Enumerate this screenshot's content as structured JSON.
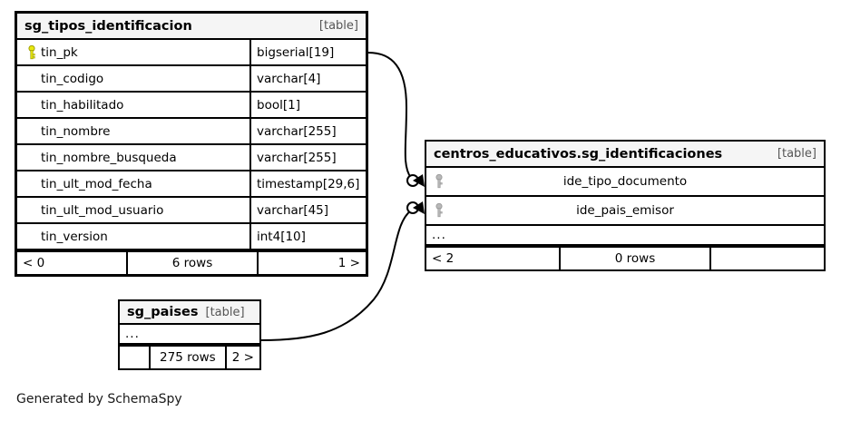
{
  "diagram": {
    "caption": "Generated by SchemaSpy",
    "table_tag": "[table]",
    "ellipsis": "..."
  },
  "tables": [
    {
      "id": "sg_tipos_identificacion",
      "title": "sg_tipos_identificacion",
      "tag": "[table]",
      "columns": [
        {
          "key": "primary",
          "key_icon": "key-icon-yellow",
          "name": "tin_pk",
          "type": "bigserial[19]"
        },
        {
          "key": "none",
          "key_icon": "",
          "name": "tin_codigo",
          "type": "varchar[4]"
        },
        {
          "key": "none",
          "key_icon": "",
          "name": "tin_habilitado",
          "type": "bool[1]"
        },
        {
          "key": "none",
          "key_icon": "",
          "name": "tin_nombre",
          "type": "varchar[255]"
        },
        {
          "key": "none",
          "key_icon": "",
          "name": "tin_nombre_busqueda",
          "type": "varchar[255]"
        },
        {
          "key": "none",
          "key_icon": "",
          "name": "tin_ult_mod_fecha",
          "type": "timestamp[29,6]"
        },
        {
          "key": "none",
          "key_icon": "",
          "name": "tin_ult_mod_usuario",
          "type": "varchar[45]"
        },
        {
          "key": "none",
          "key_icon": "",
          "name": "tin_version",
          "type": "int4[10]"
        }
      ],
      "footer": {
        "left": "< 0",
        "middle": "6 rows",
        "right": "1 >"
      }
    },
    {
      "id": "centros_educativos.sg_identificaciones",
      "title": "centros_educativos.sg_identificaciones",
      "tag": "[table]",
      "columns": [
        {
          "key": "foreign",
          "key_icon": "key-icon-gray",
          "name": "ide_tipo_documento",
          "type": ""
        },
        {
          "key": "foreign",
          "key_icon": "key-icon-gray",
          "name": "ide_pais_emisor",
          "type": ""
        }
      ],
      "more_row": "...",
      "footer": {
        "left": "< 2",
        "middle": "0 rows",
        "right": ""
      }
    },
    {
      "id": "sg_paises",
      "title": "sg_paises",
      "tag": "[table]",
      "columns": [],
      "more_row": "...",
      "footer": {
        "left": "",
        "middle": "275 rows",
        "right": "2 >"
      }
    }
  ],
  "relationships": [
    {
      "from": "sg_tipos_identificacion.tin_pk",
      "to": "centros_educativos.sg_identificaciones.ide_tipo_documento",
      "from_cardinality": "one",
      "to_cardinality": "zero-or-many"
    },
    {
      "from": "sg_paises",
      "to": "centros_educativos.sg_identificaciones.ide_pais_emisor",
      "from_cardinality": "one",
      "to_cardinality": "zero-or-many"
    }
  ],
  "colors": {
    "background": "#ffffff",
    "border": "#000000",
    "header_fill": "#f5f5f5",
    "primary_key": "#e8e80f",
    "foreign_key": "#b0b0b0",
    "tag_text": "#555555"
  }
}
